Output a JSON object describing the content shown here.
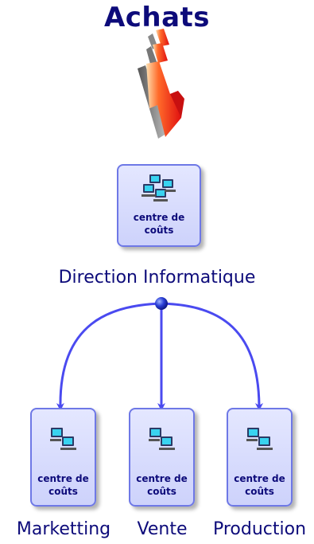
{
  "diagram": {
    "title": "Achats",
    "root": {
      "box_label": [
        "centre de",
        "coûts"
      ],
      "caption": "Direction Informatique"
    },
    "children": [
      {
        "box_label": [
          "centre de",
          "coûts"
        ],
        "caption": "Marketting"
      },
      {
        "box_label": [
          "centre de",
          "coûts"
        ],
        "caption": "Vente"
      },
      {
        "box_label": [
          "centre de",
          "coûts"
        ],
        "caption": "Production"
      }
    ],
    "icons": {
      "node_icon": "computer-network-icon",
      "flow_arrow": "red-arrow-icon"
    },
    "colors": {
      "title": "#0d0b7a",
      "connector": "#4a4af0",
      "box_fill": "#d6dafc",
      "box_border": "#6e78e6",
      "arrow": "#f0301e"
    }
  }
}
